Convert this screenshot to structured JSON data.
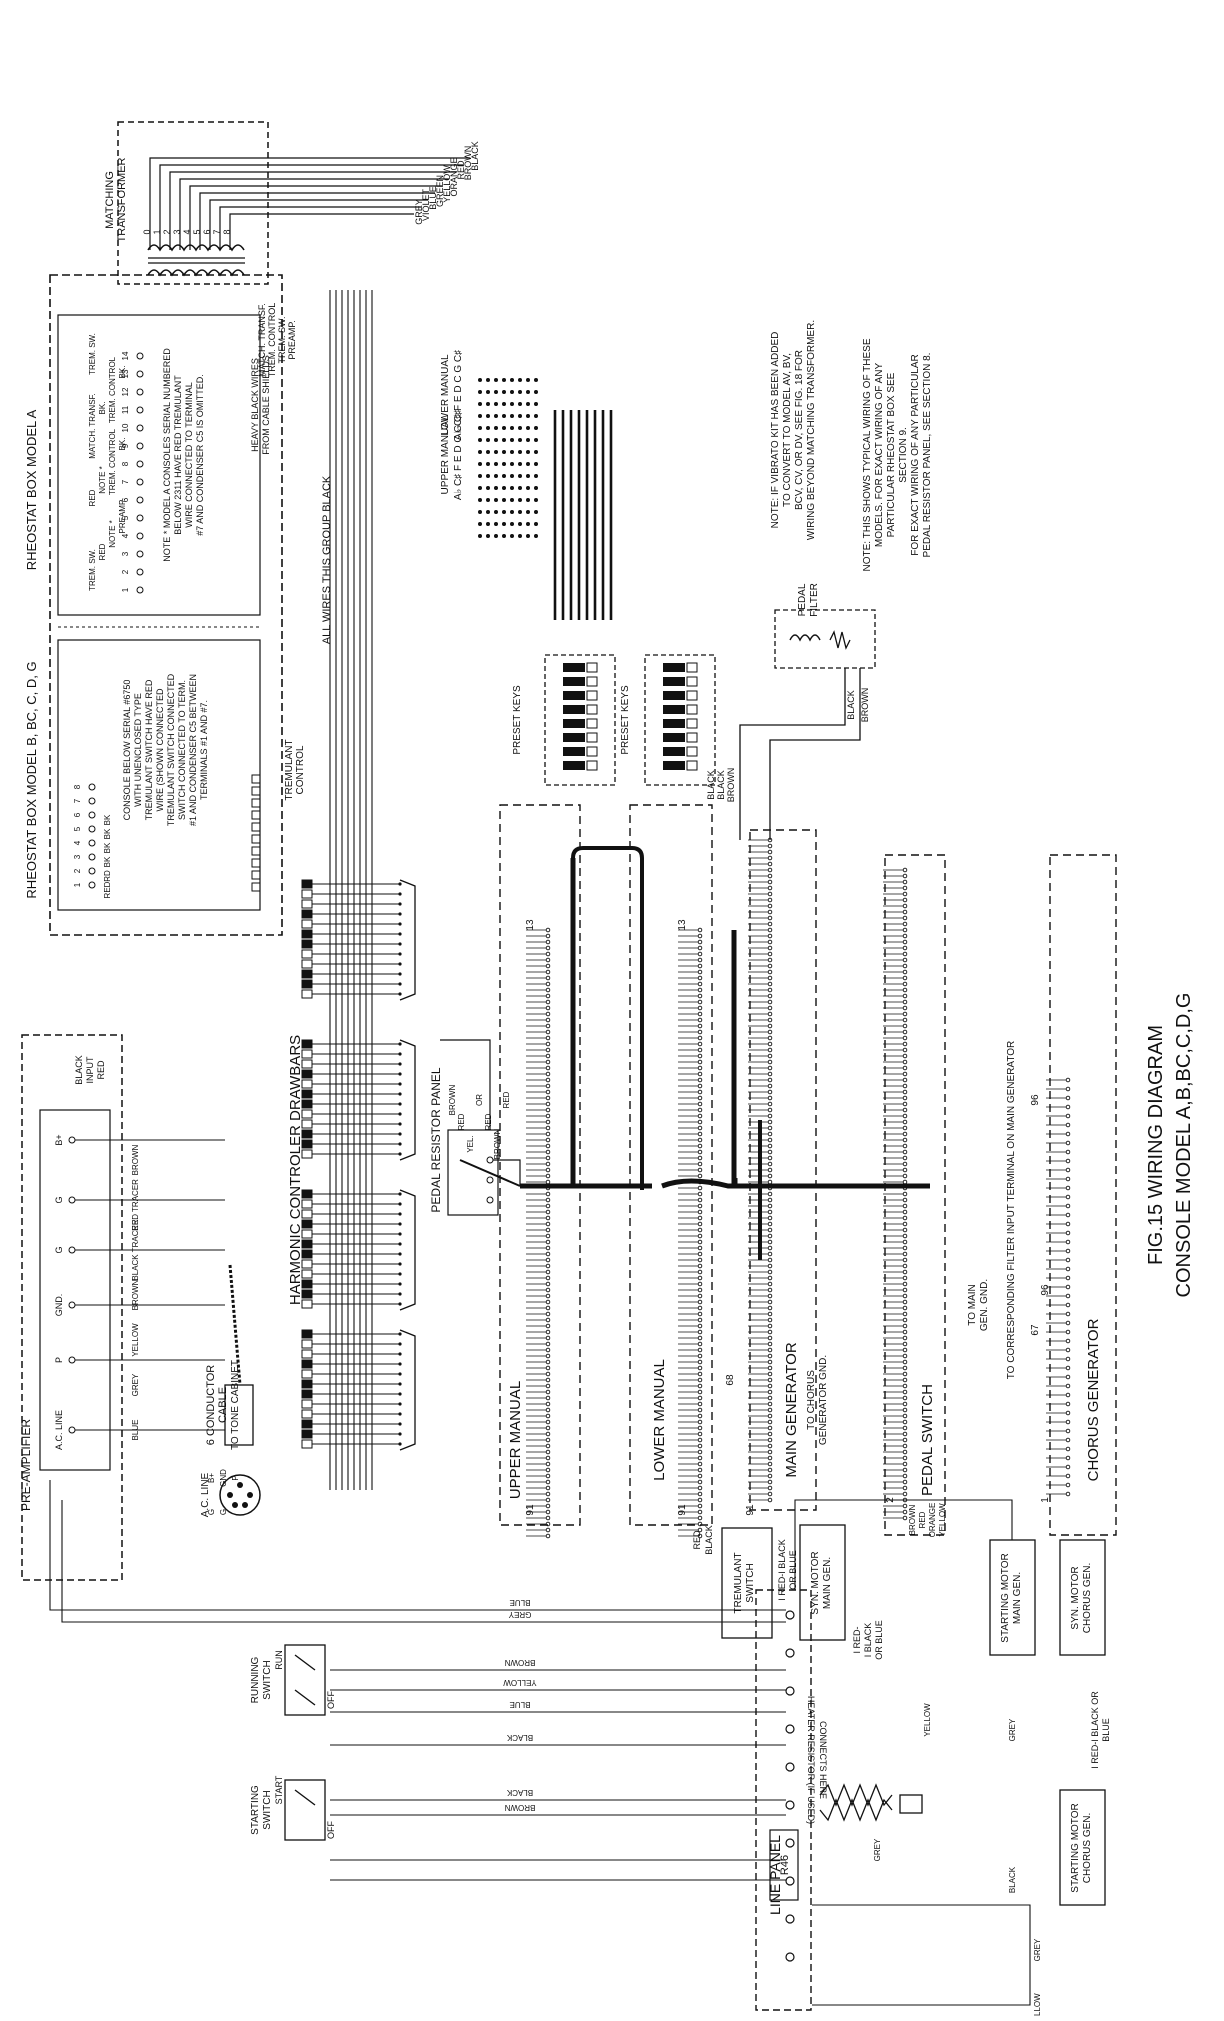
{
  "figure": {
    "caption": "FIG.15 WIRING DIAGRAM",
    "subcaption": "CONSOLE MODEL  A,B,BC,C,D,G"
  },
  "notes": {
    "vibrato": [
      "NOTE: IF VIBRATO KIT HAS BEEN ADDED",
      "TO CONVERT TO MODEL AV, BV,",
      "BCV, CV, OR DV, SEE FIG. 18 FOR",
      "WIRING BEYOND MATCHING TRANSFORMER."
    ],
    "typical": [
      "NOTE: THIS SHOWS TYPICAL WIRING OF THESE",
      "MODELS. FOR EXACT WIRING OF ANY",
      "PARTICULAR RHEOSTAT BOX SEE",
      "SECTION 9.",
      "FOR EXACT WIRING OF ANY PARTICULAR",
      "PEDAL RESISTOR PANEL, SEE SECTION 8."
    ],
    "model_a": [
      "NOTE * MODEL A CONSOLES SERIAL NUMBERED",
      "BELOW 2311 HAVE RED TREMULANT",
      "WIRE CONNECTED TO TERMINAL",
      "#7 AND CONDENSER C5 IS OMITTED."
    ],
    "console_below": [
      "CONSOLE BELOW SERIAL #6750",
      "WITH UNENCLOSED TYPE",
      "TREMULANT SWITCH HAVE RED",
      "WIRE (SHOWN CONNECTED",
      "TREMULANT SWITCH CONNECTED",
      "SWITCH CONNECTED TO TERM.",
      "#1 AND CONDENSER C5 BETWEEN",
      "TERMINALS #1 AND #7."
    ],
    "heavy_black": [
      "HEAVY BLACK WIRES",
      "FROM CABLE SHIELDS"
    ],
    "all_wires": "ALL WIRES THIS GROUP BLACK"
  },
  "labels": {
    "matching_transformer": [
      "MATCHING",
      "TRANSFORMER"
    ],
    "transformer_taps": [
      "0",
      "1",
      "2",
      "3",
      "4",
      "5",
      "6",
      "7",
      "8"
    ],
    "wire_colors_top": [
      "BLACK",
      "BROWN",
      "RED",
      "ORANGE",
      "YELLOW",
      "GREEN",
      "BLUE",
      "VIOLET",
      "GREY"
    ],
    "rheostat_a": "RHEOSTAT BOX MODEL A",
    "rheostat_b": "RHEOSTAT BOX MODEL B, BC, C, D, G",
    "rheostat_a_terms": [
      "1",
      "2",
      "3",
      "4",
      "5",
      "6",
      "7",
      "8",
      "9",
      "10",
      "11",
      "12",
      "13",
      "14"
    ],
    "rheostat_a_wires": [
      "TREM. SW.",
      "RED",
      "NOTE *",
      "PREAMP.",
      "RED",
      "NOTE *",
      "TREM. CONTROL",
      "BK.",
      "MATCH. TRANSF.",
      "BK.",
      "TREM. CONTROL",
      "BK.",
      "TREM. SW."
    ],
    "shield_wires": [
      "MATCH. TRANSF.",
      "TREM. CONTROL",
      "TREM. SW.",
      "PREAMP."
    ],
    "rheostat_b_terms": [
      "1",
      "2",
      "3",
      "4",
      "5",
      "6",
      "7",
      "8"
    ],
    "rheostat_b_wires": [
      "RED",
      "RD",
      "BK",
      "BK",
      "BK",
      "BK"
    ],
    "tremulant_control": [
      "TREMULANT",
      "CONTROL"
    ],
    "input_wires": [
      "BLACK",
      "INPUT",
      "RED"
    ],
    "preamplifier": "PRE-AMPLIFIER",
    "preamp_terms": [
      "B+",
      "G",
      "G",
      "GND.",
      "P",
      "A.C. LINE"
    ],
    "preamp_wires": [
      "BROWN",
      "RED TRACER",
      "BLACK TRACER",
      "BROWN",
      "YELLOW",
      "GREY",
      "BLUE"
    ],
    "cable": [
      "6 CONDUCTOR",
      "CABLE",
      "TO TONE CABINET"
    ],
    "ac_line_plug": "A.C. LINE",
    "plug_pins": [
      "B+",
      "GND",
      "P",
      "G",
      "G"
    ],
    "drawbars": "HARMONIC  CONTROLER  DRAWBARS",
    "preset_keys": "PRESET KEYS",
    "manual_heads": [
      "LOWER MANUAL",
      "UPPER MANUAL"
    ],
    "manual_notes_lower": "A♭ C♯ F E D C G C♯",
    "manual_notes_upper": "A♭ C♯ F E D C G C♯",
    "pedal_resistor": "PEDAL  RESISTOR  PANEL",
    "pedal_res_wires": [
      "BROWN",
      "RED",
      "YEL.",
      "OR",
      "RED",
      "BROWN",
      "RED"
    ],
    "pedal_filter": [
      "PEDAL",
      "FILTER"
    ],
    "pedal_filter_wires": [
      "BLACK",
      "BROWN"
    ],
    "preset_wires": [
      "BLACK",
      "BLACK",
      "BROWN"
    ],
    "upper_manual": "UPPER  MANUAL",
    "lower_manual": "LOWER  MANUAL",
    "main_generator": "MAIN  GENERATOR",
    "to_chorus": [
      "TO CHORUS",
      "GENERATOR GND."
    ],
    "pedal_switch": "PEDAL  SWITCH",
    "chorus_generator": "CHORUS  GENERATOR",
    "to_main_gen": [
      "TO MAIN",
      "GEN. GND."
    ],
    "filter_input": "TO CORRESPONDING FILTER INPUT  TERMINAL ON MAIN GENERATOR",
    "term_nums": [
      "13",
      "13",
      "68",
      "91",
      "91",
      "91",
      "96",
      "1",
      "2",
      "96",
      "67"
    ],
    "pedal_colors": [
      "BROWN",
      "RED",
      "ORANGE",
      "YELLOW"
    ],
    "tremulant_switch": [
      "TREMULANT",
      "SWITCH"
    ],
    "red_black": [
      "RED",
      "BLACK"
    ],
    "syn_motor_main": [
      "SYN. MOTOR",
      "MAIN GEN."
    ],
    "syn_motor_chorus": [
      "SYN. MOTOR",
      "CHORUS GEN."
    ],
    "starting_motor_main": [
      "STARTING MOTOR",
      "MAIN GEN."
    ],
    "starting_motor_chorus": [
      "STARTING MOTOR",
      "CHORUS GEN."
    ],
    "red_black_blue": [
      "I RED-I BLACK",
      "OR BLUE"
    ],
    "red_black_blue2": [
      "I RED-",
      "I BLACK",
      "OR BLUE"
    ],
    "red_black_blue3": [
      "I RED-I BLACK OR",
      "BLUE"
    ],
    "running_switch": [
      "RUNNING",
      "SWITCH"
    ],
    "starting_switch": [
      "STARTING",
      "SWITCH"
    ],
    "switch_states": [
      "RUN",
      "OFF",
      "START",
      "OFF"
    ],
    "line_panel": "LINE  PANEL",
    "r46": "R46",
    "heater_note": [
      "HEATER RESISTOR (IF USED)",
      "CONNECTS HERE"
    ],
    "lower_wires": [
      "BLUE",
      "GREY",
      "BROWN",
      "YELLOW",
      "BLUE",
      "BLACK",
      "BLACK",
      "BROWN",
      "GREY",
      "YELLOW",
      "GREY",
      "BLACK",
      "YELLOW",
      "GREY"
    ]
  }
}
